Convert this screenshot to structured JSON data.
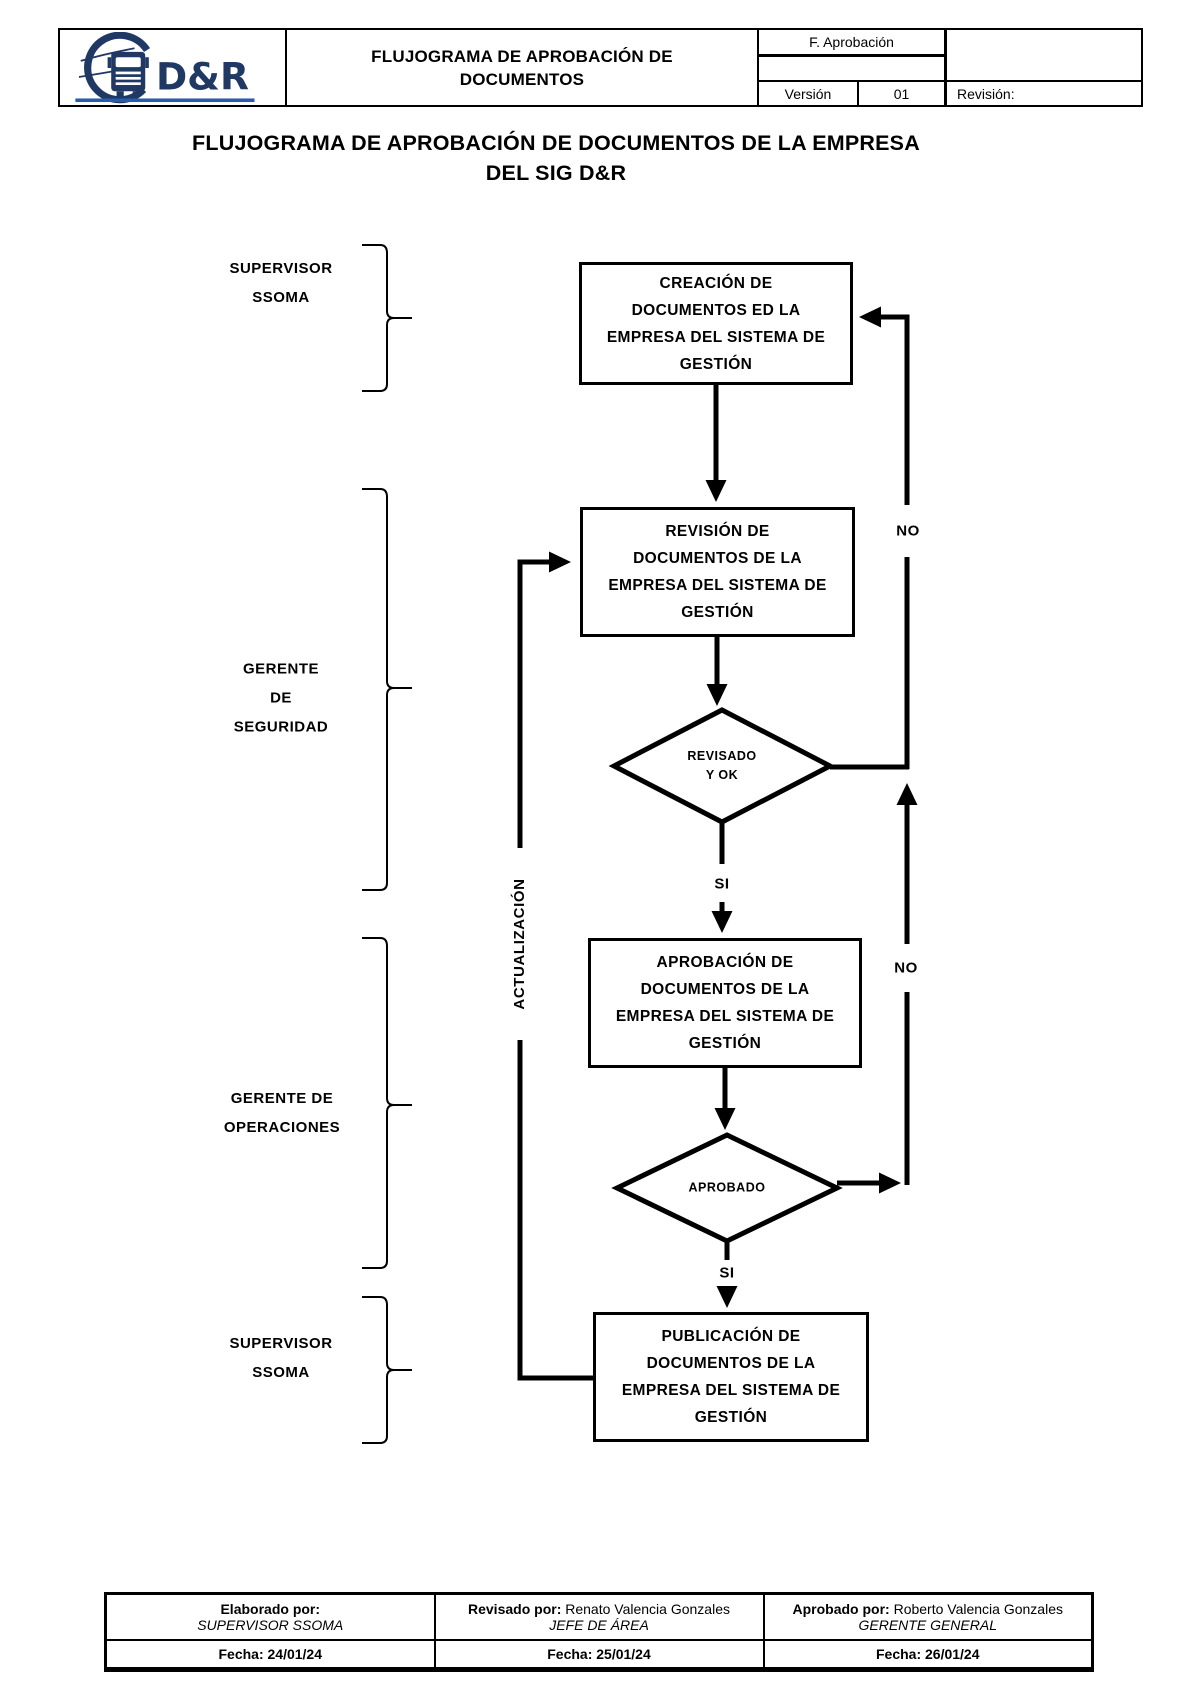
{
  "header": {
    "logo_text": "D&R",
    "title": "FLUJOGRAMA DE APROBACIÓN DE\nDOCUMENTOS",
    "f_aprobacion": "F. Aprobación",
    "version_label": "Versión",
    "version_value": "01",
    "revision_label": "Revisión:"
  },
  "page_title": "FLUJOGRAMA DE APROBACIÓN DE DOCUMENTOS DE LA EMPRESA\nDEL SIG D&R",
  "lanes": [
    {
      "label": "SUPERVISOR\nSSOMA"
    },
    {
      "label": "GERENTE\nDE\nSEGURIDAD"
    },
    {
      "label": "GERENTE DE\nOPERACIONES"
    },
    {
      "label": "SUPERVISOR\nSSOMA"
    }
  ],
  "flow": {
    "boxes": {
      "creacion": "CREACIÓN DE\nDOCUMENTOS ED LA\nEMPRESA DEL SISTEMA DE\nGESTIÓN",
      "revision": "REVISIÓN DE\nDOCUMENTOS DE LA\nEMPRESA DEL SISTEMA DE\nGESTIÓN",
      "aprobacion": "APROBACIÓN DE\nDOCUMENTOS DE LA\nEMPRESA DEL SISTEMA DE\nGESTIÓN",
      "publicacion": "PUBLICACIÓN DE\nDOCUMENTOS DE LA\nEMPRESA DEL SISTEMA DE\nGESTIÓN"
    },
    "decisions": {
      "revisado": "REVISADO\nY OK",
      "aprobado": "APROBADO"
    },
    "edge_labels": {
      "no_top": "NO",
      "no_bottom": "NO",
      "si_1": "SI",
      "si_2": "SI",
      "actualizacion": "ACTUALIZACIÓN"
    }
  },
  "footer": {
    "cols": [
      {
        "label": "Elaborado por:",
        "name": "",
        "role": "SUPERVISOR SSOMA",
        "fecha": "Fecha: 24/01/24"
      },
      {
        "label": "Revisado por:",
        "name": " Renato Valencia Gonzales",
        "role": "JEFE DE ÁREA",
        "fecha": "Fecha: 25/01/24"
      },
      {
        "label": "Aprobado por:",
        "name": " Roberto Valencia Gonzales",
        "role": "GERENTE GENERAL",
        "fecha": "Fecha: 26/01/24"
      }
    ]
  },
  "colors": {
    "ink": "#000000",
    "logo_navy": "#1f3864",
    "logo_blue": "#2b5ca8"
  }
}
